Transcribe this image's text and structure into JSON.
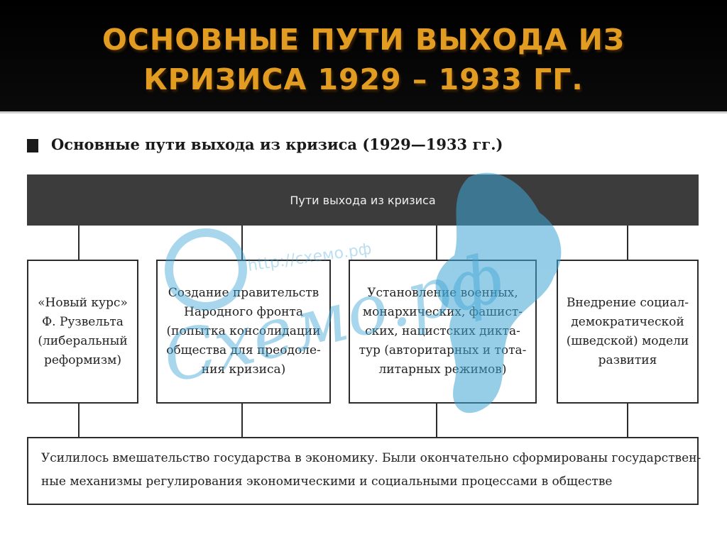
{
  "slide": {
    "title_line1": "ОСНОВНЫЕ ПУТИ ВЫХОДА ИЗ",
    "title_line2": "КРИЗИСА 1929 – 1933 ГГ."
  },
  "section_heading": "Основные пути выхода из кризиса (1929—1933 гг.)",
  "root": {
    "label": "Пути выхода из кризиса"
  },
  "nodes": [
    {
      "lines": [
        "«Новый курс»",
        "Ф. Рузвельта",
        "(либеральный",
        "реформизм)"
      ]
    },
    {
      "lines": [
        "Создание правительств",
        "Народного фронта",
        "(попытка консолидации",
        "общества для преодоле-",
        "ния кризиса)"
      ]
    },
    {
      "lines": [
        "Установление военных,",
        "монархических, фашист-",
        "ских, нацистских дикта-",
        "тур (авторитарных и тота-",
        "литарных режимов)"
      ]
    },
    {
      "lines": [
        "Внедрение социал-",
        "демократической",
        "(шведской) модели",
        "развития"
      ]
    }
  ],
  "conclusion": {
    "lines": [
      "Усилилось вмешательство государства в экономику. Были окончательно сформированы государствен-",
      "ные механизмы регулирования экономическими и социальными процессами в обществе"
    ]
  },
  "watermark": {
    "text": "Схемо.рф",
    "url_text": "http://схемо.рф"
  },
  "colors": {
    "title": "#e39c22",
    "header_bg": "#000000",
    "root_bar": "#3c3c3c",
    "watermark": "#3fa6d6"
  }
}
